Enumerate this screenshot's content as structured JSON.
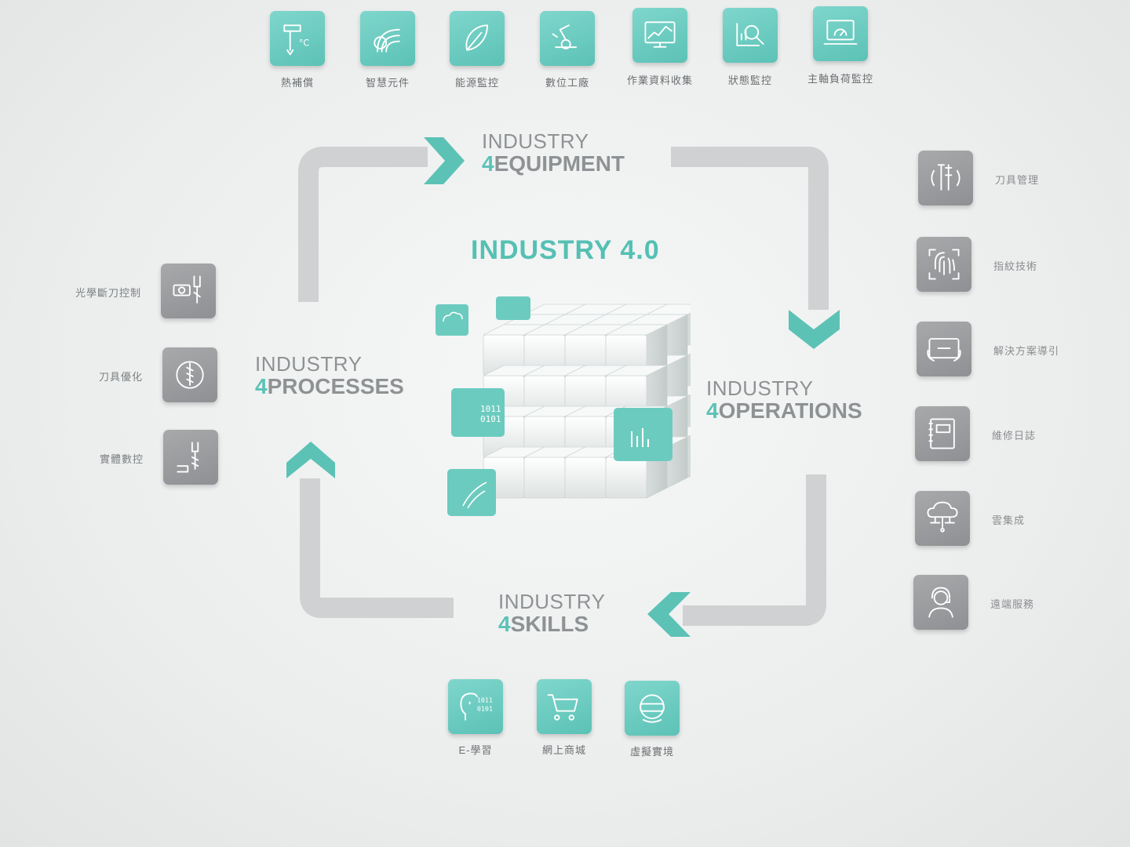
{
  "center_title": "INDUSTRY 4.0",
  "sections": {
    "equipment": {
      "line1": "INDUSTRY",
      "prefix": "4",
      "name": "EQUIPMENT"
    },
    "operations": {
      "line1": "INDUSTRY",
      "prefix": "4",
      "name": "OPERATIONS"
    },
    "skills": {
      "line1": "INDUSTRY",
      "prefix": "4",
      "name": "SKILLS"
    },
    "processes": {
      "line1": "INDUSTRY",
      "prefix": "4",
      "name": "PROCESSES"
    }
  },
  "top_items": [
    {
      "label": "熱補償",
      "icon": "caliper-thermometer-icon"
    },
    {
      "label": "智慧元件",
      "icon": "smart-gear-signal-icon"
    },
    {
      "label": "能源監控",
      "icon": "leaf-icon"
    },
    {
      "label": "數位工廠",
      "icon": "robot-arm-icon"
    },
    {
      "label": "作業資料收集",
      "icon": "monitor-chart-icon"
    },
    {
      "label": "狀態監控",
      "icon": "magnifier-chart-icon"
    },
    {
      "label": "主軸負荷監控",
      "icon": "laptop-gauge-icon"
    }
  ],
  "right_items": [
    {
      "label": "刀具管理",
      "icon": "tool-management-icon"
    },
    {
      "label": "指紋技術",
      "icon": "fingerprint-icon"
    },
    {
      "label": "解決方案導引",
      "icon": "tablet-tools-icon"
    },
    {
      "label": "維修日誌",
      "icon": "notebook-icon"
    },
    {
      "label": "雲集成",
      "icon": "cloud-network-icon"
    },
    {
      "label": "遠端服務",
      "icon": "headset-agent-icon"
    }
  ],
  "left_items": [
    {
      "label": "光學斷刀控制",
      "icon": "camera-spindle-icon"
    },
    {
      "label": "刀具優化",
      "icon": "drill-cycle-icon"
    },
    {
      "label": "實體數控",
      "icon": "spindle-drill-icon"
    }
  ],
  "bottom_items": [
    {
      "label": "E-學習",
      "icon": "head-binary-icon"
    },
    {
      "label": "網上商城",
      "icon": "shopping-cart-icon"
    },
    {
      "label": "虛擬實境",
      "icon": "vr-headset-icon"
    }
  ],
  "colors": {
    "teal": "#5cc2b6",
    "gray": "#a8aaac",
    "text_gray": "#8f9294"
  }
}
